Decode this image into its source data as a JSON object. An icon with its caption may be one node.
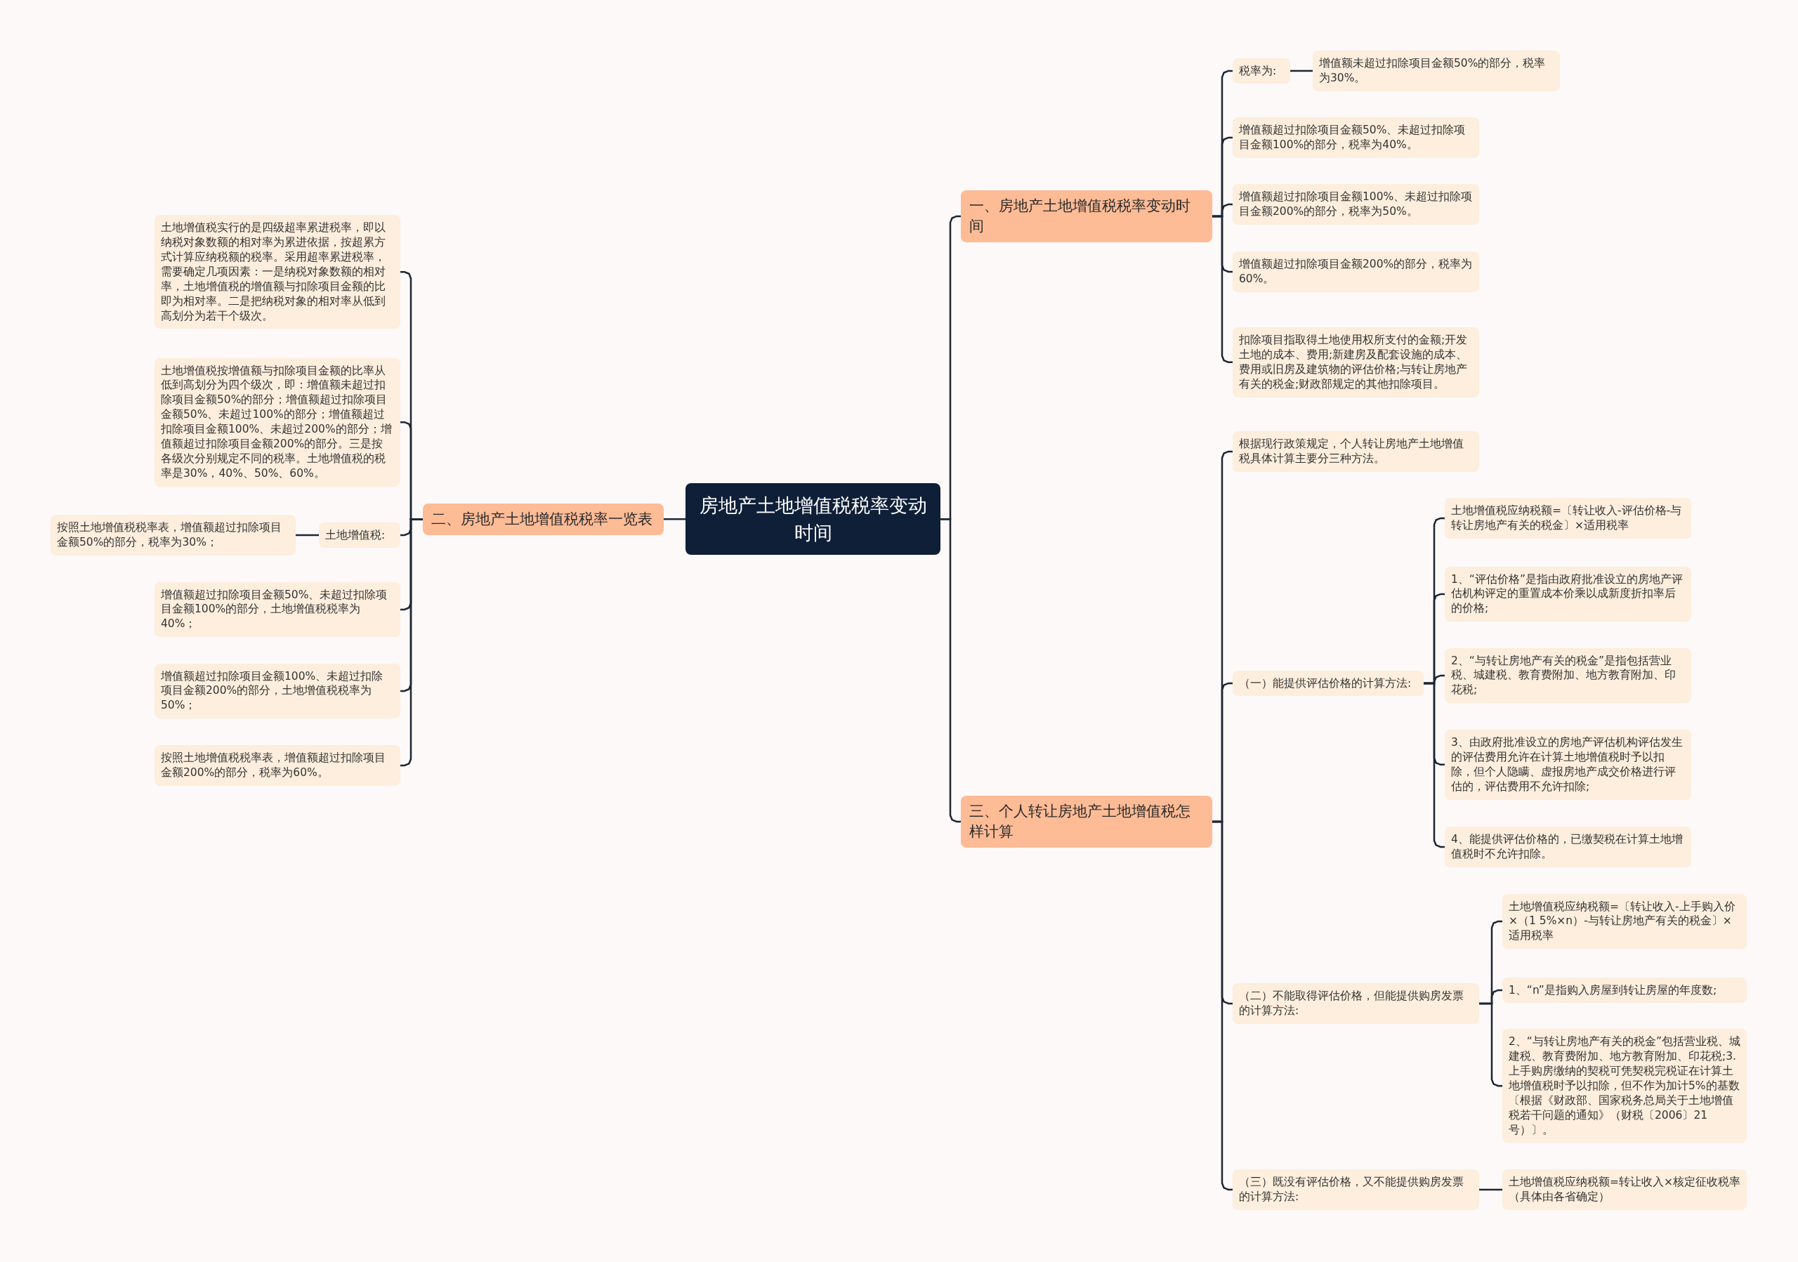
{
  "diagram": {
    "nodes": [
      {
        "text": [
          "房地产土地增值税税率变动时间"
        ]
      },
      {
        "text": [
          "一、房地产土地增值税税率变动时间"
        ]
      },
      {
        "text": [
          "三、个人转让房地产土地增值税怎样计算"
        ]
      },
      {
        "text": [
          "二、房地产土地增值税税率一览表"
        ]
      },
      {
        "text": [
          "税率为:"
        ]
      },
      {
        "text": [
          "增值额未超过扣除项目金额50%的部分，税率为30%。"
        ]
      },
      {
        "text": [
          "增值额超过扣除项目金额50%、未超过扣除项目金额100%的部分，税率为40%。"
        ]
      },
      {
        "text": [
          "增值额超过扣除项目金额100%、未超过扣除项目金额200%的部分，税率为50%。"
        ]
      },
      {
        "text": [
          "增值额超过扣除项目金额200%的部分，税率为60%。"
        ]
      },
      {
        "text": [
          "扣除项目指取得土地使用权所支付的金额;开发土地的成本、费用;新建房及配套设施的成本、费用或旧房及建筑物的评估价格;与转让房地产有关的税金;财政部规定的其他扣除项目。"
        ]
      },
      {
        "text": [
          "根据现行政策规定，个人转让房地产土地增值税具体计算主要分三种方法。"
        ]
      },
      {
        "text": [
          "（一）能提供评估价格的计算方法:"
        ]
      },
      {
        "text": [
          "土地增值税应纳税额=〔转让收入-评估价格-与转让房地产有关的税金〕×适用税率"
        ]
      },
      {
        "text": [
          "1、“评估价格”是指由政府批准设立的房地产评估机构评定的重置成本价乘以成新度折扣率后的价格;"
        ]
      },
      {
        "text": [
          "2、“与转让房地产有关的税金”是指包括营业税、城建税、教育费附加、地方教育附加、印花税;"
        ]
      },
      {
        "text": [
          "3、由政府批准设立的房地产评估机构评估发生的评估费用允许在计算土地增值税时予以扣除，但个人隐瞒、虚报房地产成交价格进行评估的，评估费用不允许扣除;"
        ]
      },
      {
        "text": [
          "4、能提供评估价格的，已缴契税在计算土地增值税时不允许扣除。"
        ]
      },
      {
        "text": [
          "（二）不能取得评估价格，但能提供购房发票的计算方法:"
        ]
      },
      {
        "text": [
          "土地增值税应纳税额=〔转让收入-上手购入价×（1 5%×n）-与转让房地产有关的税金〕×适用税率"
        ]
      },
      {
        "text": [
          "1、“n”是指购入房屋到转让房屋的年度数;"
        ]
      },
      {
        "text": [
          "2、“与转让房地产有关的税金”包括营业税、城建税、教育费附加、地方教育附加、印花税;3.上手购房缴纳的契税可凭契税完税证在计算土地增值税时予以扣除，但不作为加计5%的基数〔根据《财政部、国家税务总局关于土地增值税若干问题的通知》（财税〔2006〕21号）〕。"
        ]
      },
      {
        "text": [
          "（三）既没有评估价格，又不能提供购房发票的计算方法:"
        ]
      },
      {
        "text": [
          "土地增值税应纳税额=转让收入×核定征收税率（具体由各省确定）"
        ]
      },
      {
        "text": [
          "土地增值税实行的是四级超率累进税率，即以纳税对象数额的相对率为累进依据，按超累方式计算应纳税额的税率。采用超率累进税率，需要确定几项因素：一是纳税对象数额的相对率，土地增值税的增值额与扣除项目金额的比即为相对率。二是把纳税对象的相对率从低到高划分为若干个级次。"
        ]
      },
      {
        "text": [
          "土地增值税按增值额与扣除项目金额的比率从低到高划分为四个级次，即：增值额未超过扣除项目金额50%的部分；增值额超过扣除项目金额50%、未超过100%的部分；增值额超过扣除项目金额100%、未超过200%的部分；增值额超过扣除项目金额200%的部分。三是按各级次分别规定不同的税率。土地增值税的税率是30%，40%、50%、60%。"
        ]
      },
      {
        "text": [
          "土地增值税:"
        ]
      },
      {
        "text": [
          "按照土地增值税税率表，增值额超过扣除项目金额50%的部分，税率为30%；"
        ]
      },
      {
        "text": [
          "增值额超过扣除项目金额50%、未超过扣除项目金额100%的部分，土地增值税税率为40%；"
        ]
      },
      {
        "text": [
          "增值额超过扣除项目金额100%、未超过扣除项目金额200%的部分，土地增值税税率为50%；"
        ]
      },
      {
        "text": [
          "按照土地增值税税率表，增值额超过扣除项目金额200%的部分，税率为60%。"
        ]
      }
    ],
    "edges": [
      {
        "from": 0,
        "to": 1,
        "arrow": "none"
      },
      {
        "from": 0,
        "to": 2,
        "arrow": "none"
      },
      {
        "from": 0,
        "to": 3,
        "arrow": "none"
      },
      {
        "from": 1,
        "to": 4,
        "arrow": "none"
      },
      {
        "from": 4,
        "to": 5,
        "arrow": "none"
      },
      {
        "from": 1,
        "to": 6,
        "arrow": "none"
      },
      {
        "from": 1,
        "to": 7,
        "arrow": "none"
      },
      {
        "from": 1,
        "to": 8,
        "arrow": "none"
      },
      {
        "from": 1,
        "to": 9,
        "arrow": "none"
      },
      {
        "from": 2,
        "to": 10,
        "arrow": "none"
      },
      {
        "from": 2,
        "to": 11,
        "arrow": "none"
      },
      {
        "from": 11,
        "to": 12,
        "arrow": "none"
      },
      {
        "from": 11,
        "to": 13,
        "arrow": "none"
      },
      {
        "from": 11,
        "to": 14,
        "arrow": "none"
      },
      {
        "from": 11,
        "to": 15,
        "arrow": "none"
      },
      {
        "from": 11,
        "to": 16,
        "arrow": "none"
      },
      {
        "from": 2,
        "to": 17,
        "arrow": "none"
      },
      {
        "from": 17,
        "to": 18,
        "arrow": "none"
      },
      {
        "from": 17,
        "to": 19,
        "arrow": "none"
      },
      {
        "from": 17,
        "to": 20,
        "arrow": "none"
      },
      {
        "from": 2,
        "to": 21,
        "arrow": "none"
      },
      {
        "from": 21,
        "to": 22,
        "arrow": "none"
      },
      {
        "from": 3,
        "to": 23,
        "arrow": "none"
      },
      {
        "from": 3,
        "to": 24,
        "arrow": "none"
      },
      {
        "from": 3,
        "to": 25,
        "arrow": "none"
      },
      {
        "from": 25,
        "to": 26,
        "arrow": "none"
      },
      {
        "from": 3,
        "to": 27,
        "arrow": "none"
      },
      {
        "from": 3,
        "to": 28,
        "arrow": "none"
      },
      {
        "from": 3,
        "to": 29,
        "arrow": "none"
      }
    ]
  }
}
